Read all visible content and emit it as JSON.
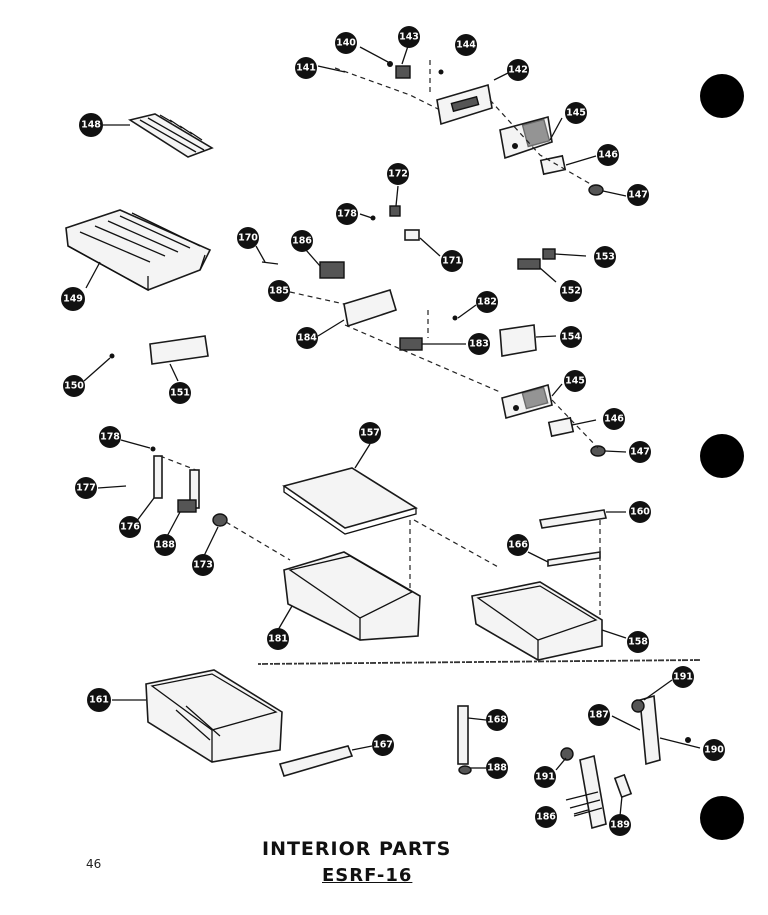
{
  "title": "INTERIOR PARTS",
  "model": "ESRF-16",
  "page_number": "46",
  "callouts": {
    "c140a": "140",
    "c143": "143",
    "c144": "144",
    "c141": "141",
    "c142": "142",
    "c145a": "145",
    "c146a": "146",
    "c147a": "147",
    "c148": "148",
    "c149": "149",
    "c150": "150",
    "c151": "151",
    "c172": "172",
    "c178a": "178",
    "c171": "171",
    "c170": "170",
    "c186": "186",
    "c185": "185",
    "c184": "184",
    "c182": "182",
    "c183": "183",
    "c153": "153",
    "c152": "152",
    "c154": "154",
    "c145b": "145",
    "c146b": "146",
    "c147b": "147",
    "c178b": "178",
    "c177": "177",
    "c176": "176",
    "c188a": "188",
    "c173": "173",
    "c157": "157",
    "c181": "181",
    "c160": "160",
    "c166": "166",
    "c158": "158",
    "c161": "161",
    "c167": "167",
    "c168": "168",
    "c188b": "188",
    "c191a": "191",
    "c187": "187",
    "c191b": "191",
    "c190": "190",
    "c186b": "186",
    "c189": "189"
  }
}
